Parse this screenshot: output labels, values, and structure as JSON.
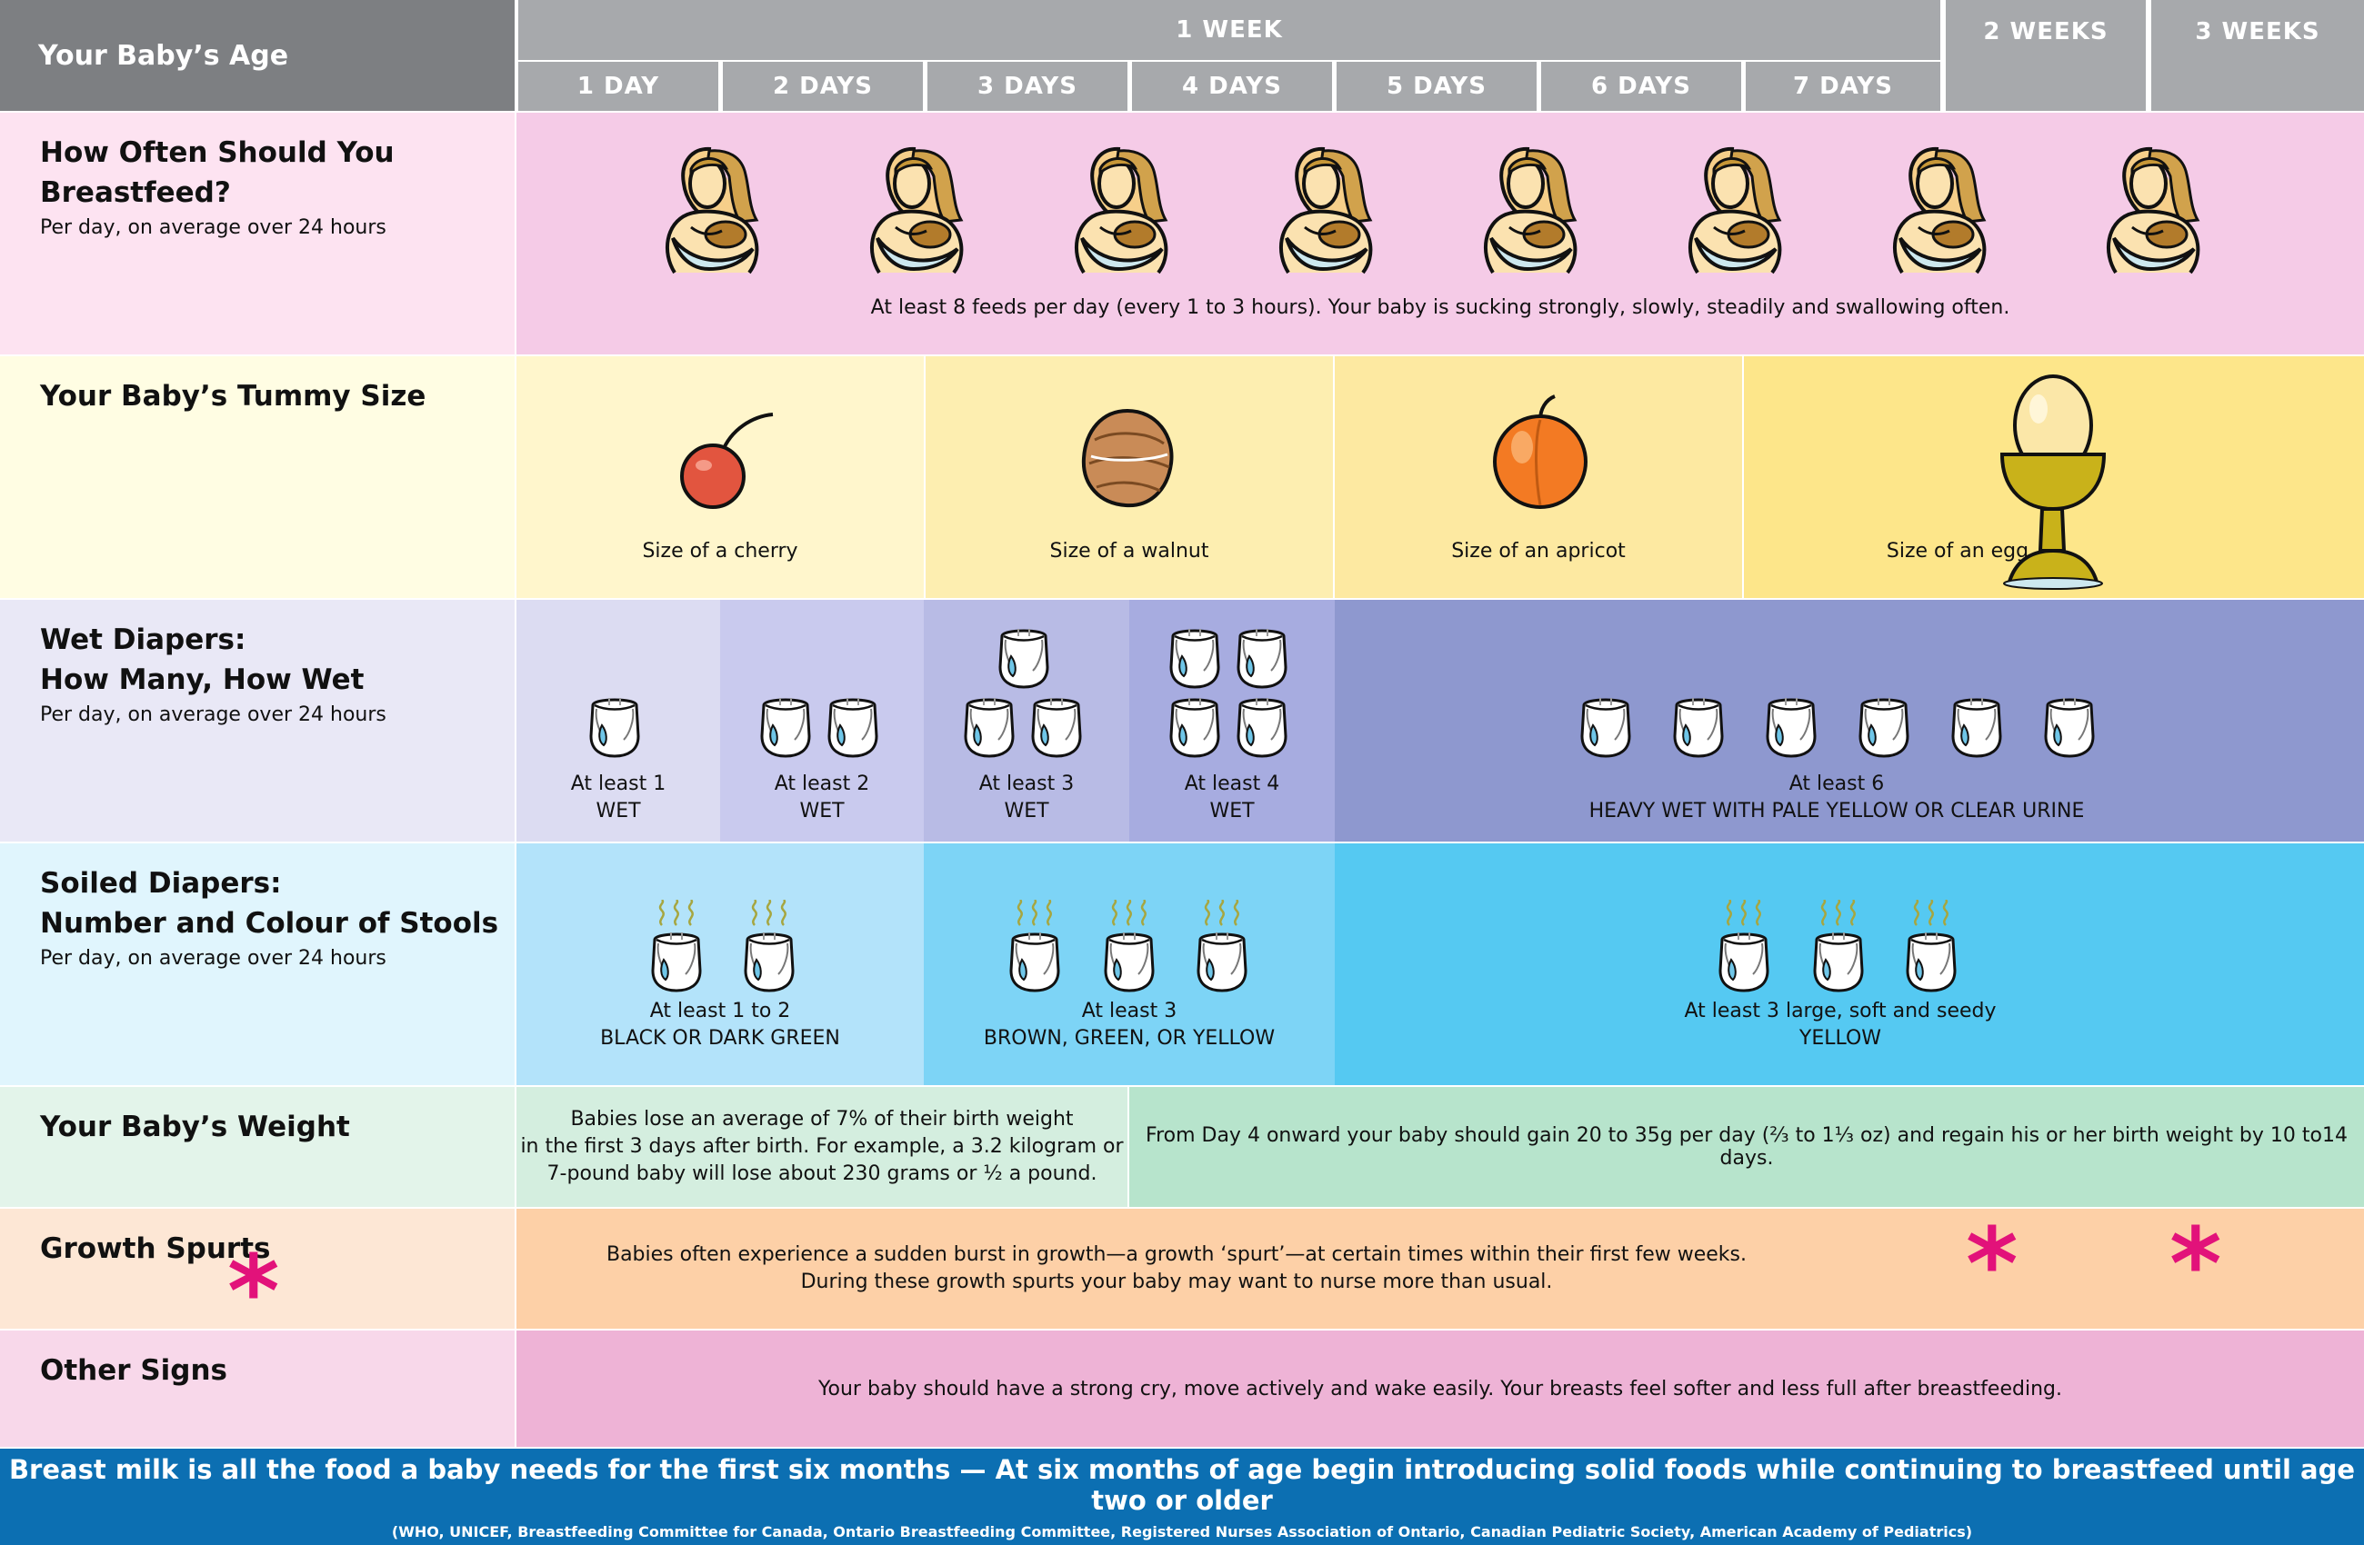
{
  "header": {
    "age_label": "Your Baby’s Age",
    "week1": "1 WEEK",
    "days": [
      "1 DAY",
      "2 DAYS",
      "3 DAYS",
      "4 DAYS",
      "5 DAYS",
      "6 DAYS",
      "7 DAYS"
    ],
    "week2": "2 WEEKS",
    "week3": "3 WEEKS"
  },
  "breastfeed": {
    "title": "How Often Should You Breastfeed?",
    "sub": "Per day, on average over 24 hours",
    "caption": "At least 8 feeds per day (every 1 to 3 hours). Your baby is sucking strongly, slowly, steadily and swallowing often.",
    "icon_count": 8
  },
  "tummy": {
    "title": "Your Baby’s Tummy Size",
    "items": [
      "Size of a cherry",
      "Size of a walnut",
      "Size of an apricot",
      "Size of an egg"
    ]
  },
  "wet": {
    "title1": "Wet Diapers:",
    "title2": "How Many, How Wet",
    "sub": "Per day, on average over 24 hours",
    "cols": [
      {
        "l1": "At least 1",
        "l2": "WET"
      },
      {
        "l1": "At least 2",
        "l2": "WET"
      },
      {
        "l1": "At least 3",
        "l2": "WET"
      },
      {
        "l1": "At least 4",
        "l2": "WET"
      },
      {
        "l1": "At least 6",
        "l2": "HEAVY WET WITH PALE YELLOW OR CLEAR URINE"
      }
    ]
  },
  "soiled": {
    "title1": "Soiled Diapers:",
    "title2": "Number and Colour of Stools",
    "sub": "Per day, on average over 24 hours",
    "cols": [
      {
        "l1": "At least 1 to 2",
        "l2": "BLACK OR DARK GREEN"
      },
      {
        "l1": "At least 3",
        "l2": "BROWN, GREEN, OR YELLOW"
      },
      {
        "l1": "At least 3 large, soft and seedy",
        "l2": "YELLOW"
      }
    ]
  },
  "weight": {
    "title": "Your Baby’s Weight",
    "left_l1": "Babies lose an average of 7% of their birth weight",
    "left_l2": "in the first 3 days after birth. For example, a 3.2 kilogram or",
    "left_l3": "7-pound baby will lose about 230 grams or ½ a pound.",
    "right": "From Day 4 onward your baby should gain 20 to 35g per day (⅔ to 1⅓ oz) and regain his or her birth weight by 10 to14 days."
  },
  "growth": {
    "title": "Growth Spurts",
    "l1": "Babies often experience a sudden burst in growth—a growth ‘spurt’—at certain times within their first few weeks.",
    "l2": "During these growth spurts your baby may want to nurse more than usual.",
    "asterisk": "*"
  },
  "other": {
    "title": "Other Signs",
    "text": "Your baby should have a strong cry, move actively and wake easily. Your breasts feel softer and less full after breastfeeding."
  },
  "footer": {
    "main": "Breast milk is all the food a baby needs for the first six months — At six months of age begin introducing solid foods while continuing to breastfeed until age two or older",
    "sources": "(WHO, UNICEF, Breastfeeding Committee for Canada, Ontario Breastfeeding Committee, Registered Nurses Association of Ontario, Canadian Pediatric Society, American Academy of Pediatrics)"
  },
  "colors": {
    "header_dark": "#7d7f82",
    "header_light": "#a7a9ac",
    "breastfeed_bg": "#f5cbe7",
    "tummy_bg": "#fdf1b4",
    "wet_bg": "#8e98cf",
    "soiled_bg": "#55c9f2",
    "weight_bg": "#b7e4cc",
    "growth_bg": "#fdd0a7",
    "other_bg": "#eeb3d6",
    "footer_bg": "#0c6fb2",
    "asterisk": "#e2127a"
  }
}
